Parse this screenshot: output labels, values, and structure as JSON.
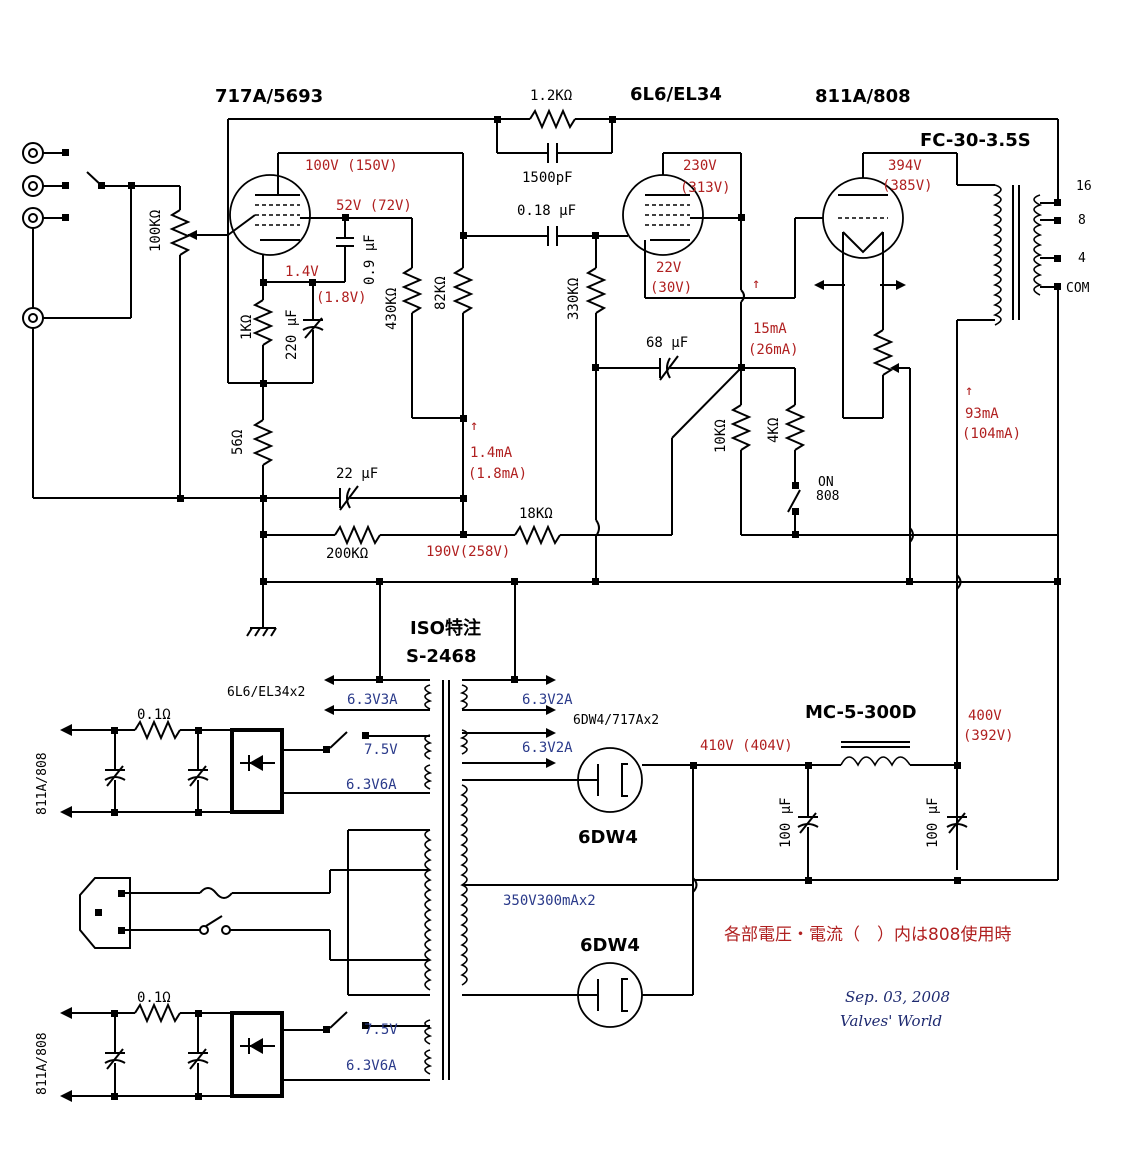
{
  "tubes": {
    "input": "717A/5693",
    "driver": "6L6/EL34",
    "output": "811A/808",
    "rect1": "6DW4",
    "rect2": "6DW4"
  },
  "transformers": {
    "output": "FC-30-3.5S",
    "power_line1": "ISO特注",
    "power_line2": "S-2468",
    "choke": "MC-5-300D"
  },
  "output_taps": [
    "16",
    "8",
    "4",
    "COM"
  ],
  "components": {
    "vol": "100KΩ",
    "r_fb": "1.2KΩ",
    "c_fb": "1500pF",
    "c_couple": "0.18 μF",
    "c_screen": "0.9 μF",
    "r_k1": "1KΩ",
    "c_k1": "220 μF",
    "r_430k": "430KΩ",
    "r_82k": "82KΩ",
    "r_330k": "330KΩ",
    "c_68": "68 μF",
    "r_10k": "10KΩ",
    "r_4k": "4KΩ",
    "r_56": "56Ω",
    "c_22": "22 μF",
    "r_200k": "200KΩ",
    "r_18k": "18KΩ",
    "r_01a": "0.1Ω",
    "r_01b": "0.1Ω",
    "c_100a": "100 μF",
    "c_100b": "100 μF",
    "sw_on_1": "ON",
    "sw_on_2": "808"
  },
  "voltages": {
    "v1_plate": "100V  (150V)",
    "v1_screen": "52V (72V)",
    "v1_cathode_a": "1.4V",
    "v1_cathode_b": "(1.8V)",
    "v2_plate_a": "230V",
    "v2_plate_b": "(313V)",
    "v2_cathode_a": "22V",
    "v2_cathode_b": "(30V)",
    "v3_plate_a": "394V",
    "v3_plate_b": "(385V)",
    "i_driver_a": "15mA",
    "i_driver_b": "(26mA)",
    "i_output_a": "93mA",
    "i_output_b": "(104mA)",
    "i_input_a": "1.4mA",
    "i_input_b": "(1.8mA)",
    "b_plus_low": "190V(258V)",
    "b_plus_rect": "410V (404V)",
    "b_plus_a": "400V",
    "b_plus_b": "(392V)"
  },
  "windings": {
    "heat_label": "6L6/EL34x2",
    "w_63v3a": "6.3V3A",
    "w_75v_1": "7.5V",
    "w_63v6a_1": "6.3V6A",
    "w_63v2a_1": "6.3V2A",
    "w_63v2a_2": "6.3V2A",
    "w_6dw4_label": "6DW4/717Ax2",
    "w_hv": "350V300mAx2",
    "w_75v_2": "7.5V",
    "w_63v6a_2": "6.3V6A"
  },
  "filament_out_1": "811A/808",
  "filament_out_2": "811A/808",
  "note": "各部電圧・電流（　）内は808使用時",
  "date": "Sep. 03, 2008",
  "signature": "Valves' World",
  "colors": {
    "wire": "#000000",
    "voltage_text": "#b02020",
    "winding_text": "#2a3a8a",
    "signature_text": "#1e2a70"
  }
}
